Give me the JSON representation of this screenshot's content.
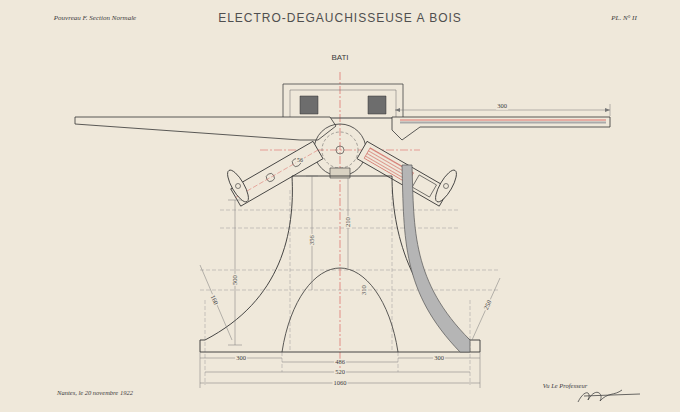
{
  "diagram": {
    "title": "ELECTRO-DEGAUCHISSEUSE A BOIS",
    "labels": [
      "Pouvreau F. Section Normale",
      "PL. N° II",
      "BATI",
      "300",
      "56",
      "500",
      "356",
      "210",
      "310",
      "250",
      "160",
      "486",
      "520",
      "300",
      "300",
      "1060",
      "Nantes, le 20 novembre 1922",
      "Vu Le Professeur"
    ]
  }
}
